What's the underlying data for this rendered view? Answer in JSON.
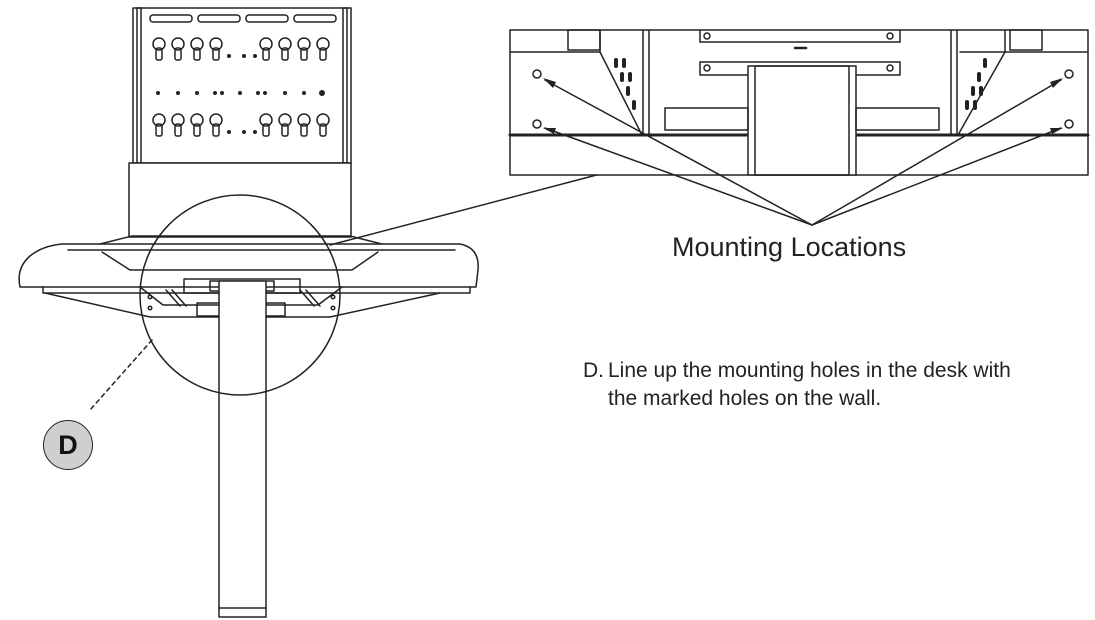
{
  "callout": {
    "label": "Mounting Locations"
  },
  "instruction": {
    "step": "D.",
    "line1": "Line up the mounting holes in the desk with",
    "line2": "the marked holes on the wall."
  },
  "detail_badge": {
    "letter": "D"
  },
  "colors": {
    "line": "#222222",
    "badge_fill": "#cfcfcf",
    "background": "#ffffff"
  }
}
